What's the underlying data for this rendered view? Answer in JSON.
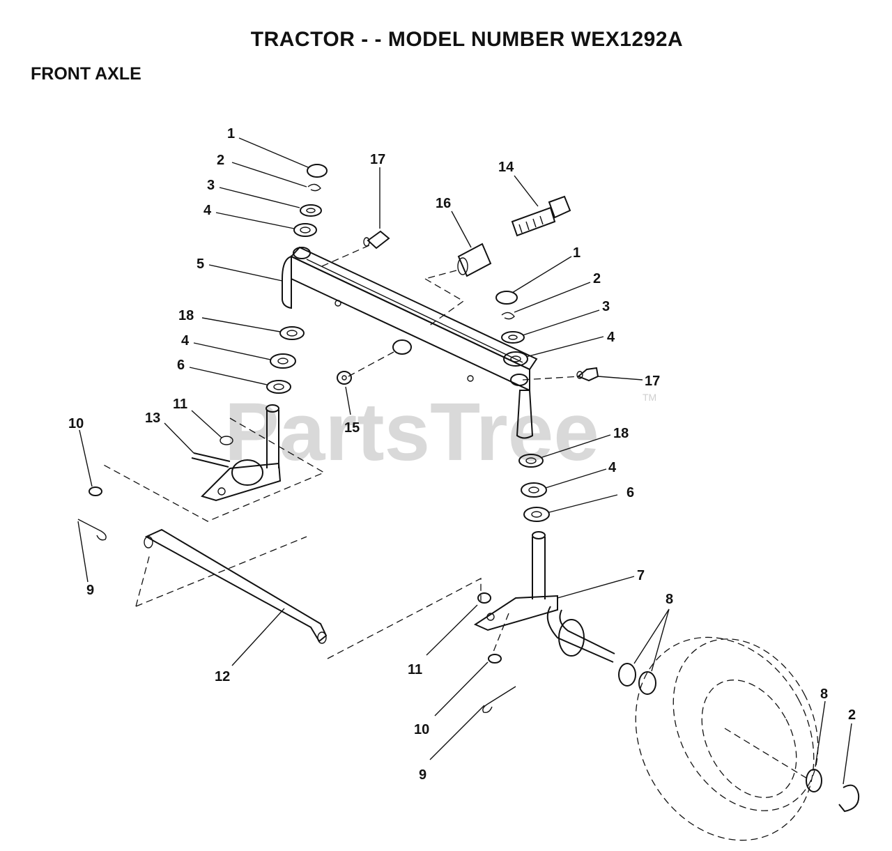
{
  "title": "TRACTOR - - MODEL NUMBER WEX1292A",
  "section": "FRONT AXLE",
  "watermark": "PartsTree",
  "watermark_mark": "TM",
  "callouts": [
    "1",
    "2",
    "3",
    "4",
    "5",
    "18",
    "4",
    "6",
    "11",
    "13",
    "10",
    "9",
    "17",
    "16",
    "14",
    "1",
    "2",
    "3",
    "4",
    "17",
    "15",
    "18",
    "4",
    "6",
    "7",
    "8",
    "12",
    "11",
    "10",
    "9",
    "8",
    "2"
  ]
}
